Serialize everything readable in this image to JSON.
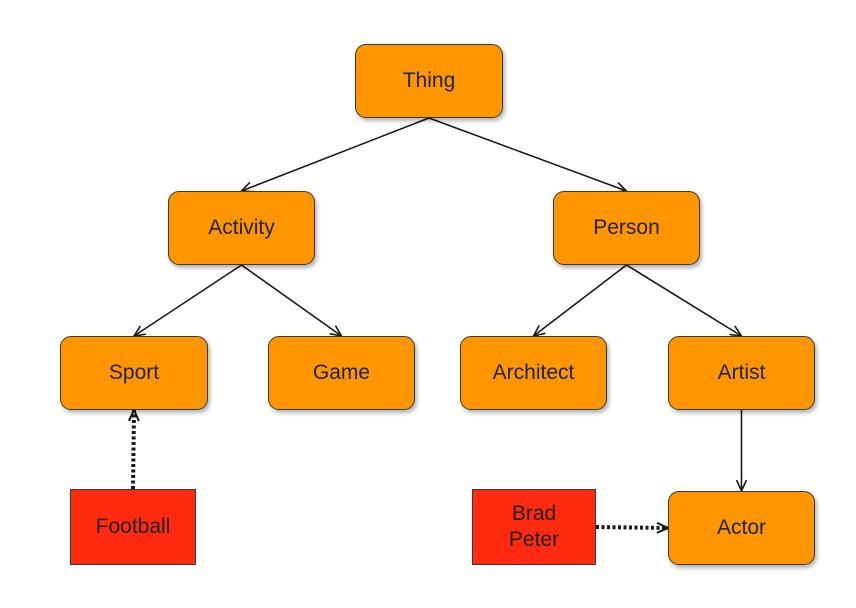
{
  "nodes": {
    "thing": "Thing",
    "activity": "Activity",
    "person": "Person",
    "sport": "Sport",
    "game": "Game",
    "architect": "Architect",
    "artist": "Artist",
    "actor": "Actor",
    "football": "Football",
    "brad_peter": "Brad\nPeter"
  },
  "edges": [
    {
      "from": "thing",
      "to": "activity",
      "style": "solid"
    },
    {
      "from": "thing",
      "to": "person",
      "style": "solid"
    },
    {
      "from": "activity",
      "to": "sport",
      "style": "solid"
    },
    {
      "from": "activity",
      "to": "game",
      "style": "solid"
    },
    {
      "from": "person",
      "to": "architect",
      "style": "solid"
    },
    {
      "from": "person",
      "to": "artist",
      "style": "solid"
    },
    {
      "from": "artist",
      "to": "actor",
      "style": "solid"
    },
    {
      "from": "football",
      "to": "sport",
      "style": "dotted"
    },
    {
      "from": "brad_peter",
      "to": "actor",
      "style": "dotted"
    }
  ],
  "colors": {
    "class_fill": "#ff9600",
    "instance_fill": "#ff2a10",
    "border": "#3a3a3a",
    "edge": "#1a1a1a"
  }
}
